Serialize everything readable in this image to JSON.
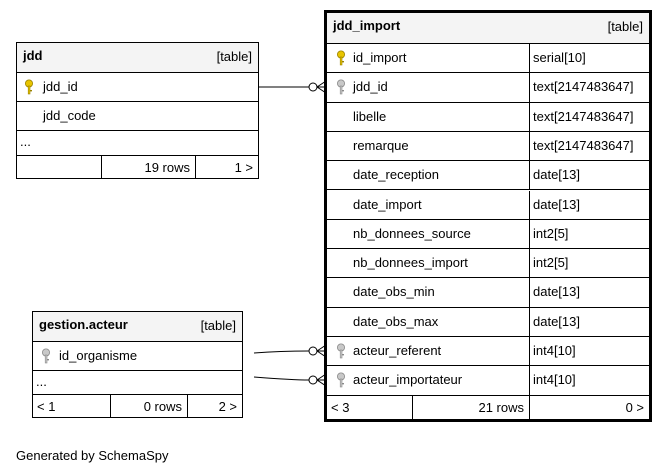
{
  "tables": {
    "jdd": {
      "name": "jdd",
      "type": "[table]",
      "columns": [
        {
          "name": "jdd_id",
          "key": "primary"
        },
        {
          "name": "jdd_code",
          "key": "none"
        }
      ],
      "ellipsis": "...",
      "footer": {
        "left": "",
        "rows": "19 rows",
        "right": "1 >"
      }
    },
    "gestion_acteur": {
      "name": "gestion.acteur",
      "type": "[table]",
      "columns": [
        {
          "name": "id_organisme",
          "key": "foreign"
        }
      ],
      "ellipsis": "...",
      "footer": {
        "left": "< 1",
        "rows": "0 rows",
        "right": "2 >"
      }
    },
    "jdd_import": {
      "name": "jdd_import",
      "type": "[table]",
      "columns": [
        {
          "name": "id_import",
          "type": "serial[10]",
          "key": "primary"
        },
        {
          "name": "jdd_id",
          "type": "text[2147483647]",
          "key": "foreign"
        },
        {
          "name": "libelle",
          "type": "text[2147483647]",
          "key": "none"
        },
        {
          "name": "remarque",
          "type": "text[2147483647]",
          "key": "none"
        },
        {
          "name": "date_reception",
          "type": "date[13]",
          "key": "none"
        },
        {
          "name": "date_import",
          "type": "date[13]",
          "key": "none"
        },
        {
          "name": "nb_donnees_source",
          "type": "int2[5]",
          "key": "none"
        },
        {
          "name": "nb_donnees_import",
          "type": "int2[5]",
          "key": "none"
        },
        {
          "name": "date_obs_min",
          "type": "date[13]",
          "key": "none"
        },
        {
          "name": "date_obs_max",
          "type": "date[13]",
          "key": "none"
        },
        {
          "name": "acteur_referent",
          "type": "int4[10]",
          "key": "foreign"
        },
        {
          "name": "acteur_importateur",
          "type": "int4[10]",
          "key": "foreign"
        }
      ],
      "footer": {
        "left": "< 3",
        "rows": "21 rows",
        "right": "0 >"
      }
    }
  },
  "footer_note": "Generated by SchemaSpy",
  "colors": {
    "primary_key": "#e8c400",
    "foreign_key": "#b0b0b0",
    "header_bg": "#f4f4f4"
  }
}
